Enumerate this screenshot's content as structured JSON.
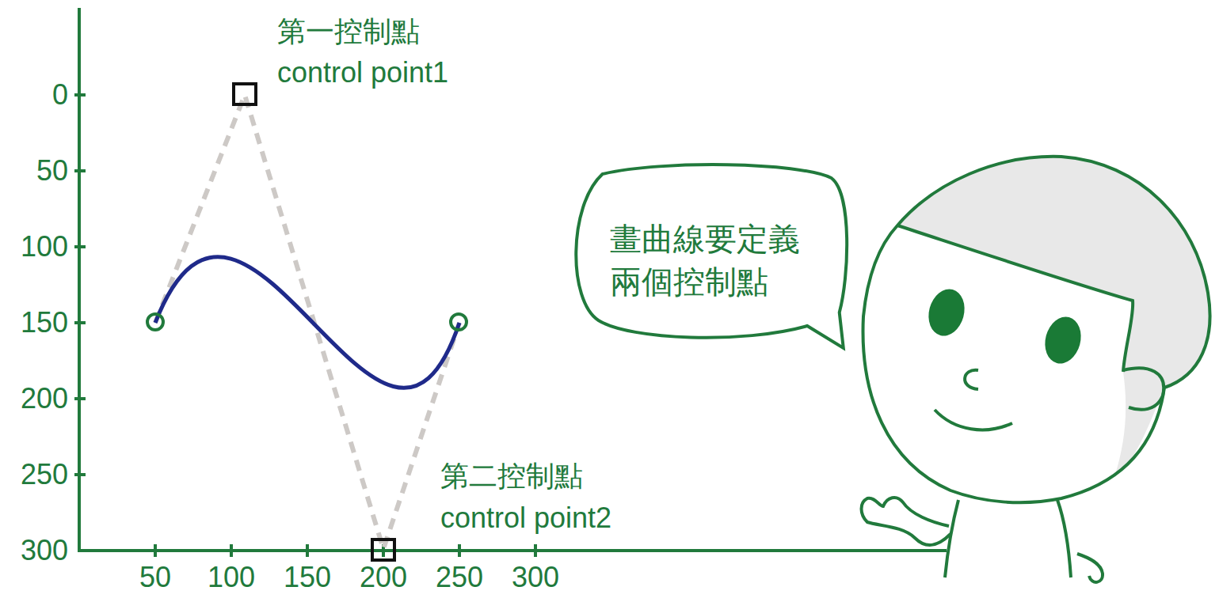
{
  "diagram": {
    "nodes": [
      {
        "text": [
          "畫曲線要定義 兩個控制點"
        ]
      }
    ],
    "labels": [
      "第一控制點",
      "control point1",
      "0",
      "50",
      "100",
      "150",
      "200",
      "250",
      "300",
      "50",
      "100",
      "150",
      "200",
      "250",
      "300",
      "第二控制點",
      "control point2"
    ]
  }
}
